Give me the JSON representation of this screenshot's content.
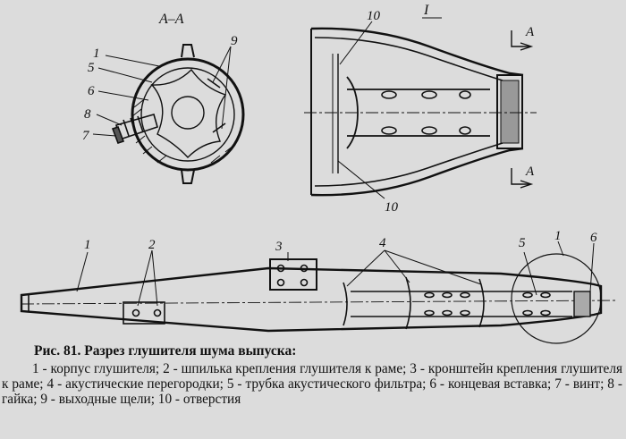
{
  "section_label": "A–A",
  "view_label": "I",
  "arrow_labels": [
    "A",
    "A"
  ],
  "part_labels": {
    "n1": "1",
    "n2": "2",
    "n3": "3",
    "n4": "4",
    "n5": "5",
    "n6": "6",
    "n7": "7",
    "n8": "8",
    "n9": "9",
    "n10": "10"
  },
  "caption": {
    "title": "Рис. 81. Разрез глушителя шума выпуска:",
    "body": "1 - корпус глушителя; 2 - шпилька крепления глушителя к раме; 3 - кронштейн крепления глушителя к раме; 4 - акустические перегородки; 5 - трубка акустического фильтра; 6 - концевая вставка; 7 - винт; 8 - гайка; 9 - выходные щели; 10 - отверстия"
  }
}
